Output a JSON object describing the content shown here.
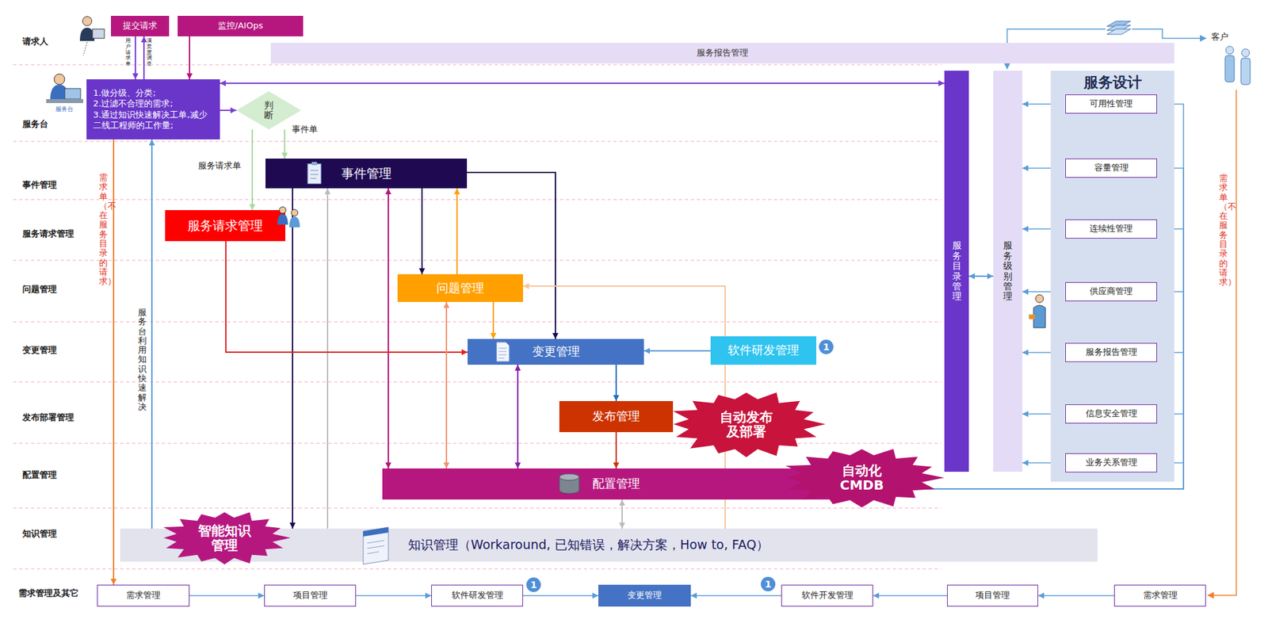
{
  "diagram": {
    "nodes": [
      {
        "text": [
          "提交请求"
        ]
      },
      {
        "text": [
          "监控/AIOps"
        ]
      },
      {
        "text": [
          "服务报告管理"
        ]
      },
      {
        "text": [
          "1.做分级、分类;",
          "2.过滤不合理的需求;",
          "3.通过知识快速解决工单,减少二线工程师的工作量;"
        ]
      },
      {
        "text": [
          "判断"
        ]
      },
      {
        "text": [
          "事件管理"
        ]
      },
      {
        "text": [
          "服务请求管理"
        ]
      },
      {
        "text": [
          "问题管理"
        ]
      },
      {
        "text": [
          "变更管理"
        ]
      },
      {
        "text": [
          "软件研发管理"
        ]
      },
      {
        "text": [
          "发布管理"
        ]
      },
      {
        "text": [
          "自动发布及部署"
        ]
      },
      {
        "text": [
          "配置管理"
        ]
      },
      {
        "text": [
          "自动化CMDB"
        ]
      },
      {
        "text": [
          "知识管理（Workaround, 已知错误，解决方案，How to, FAQ）"
        ]
      },
      {
        "text": [
          "智能知识管理"
        ]
      },
      {
        "text": [
          "服务目录管理"
        ]
      },
      {
        "text": [
          "服务级别管理"
        ]
      },
      {
        "text": [
          "服务设计"
        ]
      },
      {
        "text": [
          "可用性管理"
        ],
        "in": 18
      },
      {
        "text": [
          "容量管理"
        ],
        "in": 18
      },
      {
        "text": [
          "连续性管理"
        ],
        "in": 18
      },
      {
        "text": [
          "供应商管理"
        ],
        "in": 18
      },
      {
        "text": [
          "服务报告管理"
        ],
        "in": 18
      },
      {
        "text": [
          "信息安全管理"
        ],
        "in": 18
      },
      {
        "text": [
          "业务关系管理"
        ],
        "in": 18
      },
      {
        "text": [
          "需求管理"
        ]
      },
      {
        "text": [
          "项目管理"
        ]
      },
      {
        "text": [
          "软件研发管理"
        ]
      },
      {
        "text": [
          "变更管理"
        ]
      },
      {
        "text": [
          "软件开发管理"
        ]
      },
      {
        "text": [
          "项目管理"
        ]
      },
      {
        "text": [
          "需求管理"
        ]
      }
    ],
    "edges": [
      {
        "from": 0,
        "to": 3,
        "arrow": "to"
      },
      {
        "from": 3,
        "to": 0,
        "arrow": "to"
      },
      {
        "from": 1,
        "to": 3,
        "arrow": "to"
      },
      {
        "from": 3,
        "to": 4,
        "arrow": "to"
      },
      {
        "from": 4,
        "to": 5,
        "arrow": "to"
      },
      {
        "from": 4,
        "to": 6,
        "arrow": "to"
      },
      {
        "from": 3,
        "to": 16,
        "arrow": "both"
      },
      {
        "from": 16,
        "to": 17,
        "arrow": "both"
      },
      {
        "from": 17,
        "to": 19,
        "arrow": "both"
      },
      {
        "from": 17,
        "to": 20,
        "arrow": "both"
      },
      {
        "from": 17,
        "to": 21,
        "arrow": "both"
      },
      {
        "from": 17,
        "to": 22,
        "arrow": "both"
      },
      {
        "from": 17,
        "to": 23,
        "arrow": "both"
      },
      {
        "from": 17,
        "to": 24,
        "arrow": "both"
      },
      {
        "from": 17,
        "to": 25,
        "arrow": "both"
      },
      {
        "from": 12,
        "to": 19,
        "arrow": "to"
      },
      {
        "from": 12,
        "to": 20,
        "arrow": "to"
      },
      {
        "from": 12,
        "to": 21,
        "arrow": "to"
      },
      {
        "from": 12,
        "to": 22,
        "arrow": "to"
      },
      {
        "from": 12,
        "to": 23,
        "arrow": "to"
      },
      {
        "from": 12,
        "to": 24,
        "arrow": "to"
      },
      {
        "from": 12,
        "to": 25,
        "arrow": "to"
      },
      {
        "from": 5,
        "to": 7,
        "arrow": "to"
      },
      {
        "from": 7,
        "to": 5,
        "arrow": "to"
      },
      {
        "from": 5,
        "to": 8,
        "arrow": "to"
      },
      {
        "from": 5,
        "to": 14,
        "arrow": "to"
      },
      {
        "from": 14,
        "to": 5,
        "arrow": "to"
      },
      {
        "from": 5,
        "to": 12,
        "arrow": "both"
      },
      {
        "from": 6,
        "to": 8,
        "arrow": "to"
      },
      {
        "from": 7,
        "to": 8,
        "arrow": "to"
      },
      {
        "from": 7,
        "to": 12,
        "arrow": "both"
      },
      {
        "from": 14,
        "to": 7,
        "arrow": "to"
      },
      {
        "from": 9,
        "to": 8,
        "arrow": "to"
      },
      {
        "from": 8,
        "to": 10,
        "arrow": "to"
      },
      {
        "from": 8,
        "to": 12,
        "arrow": "both"
      },
      {
        "from": 10,
        "to": 12,
        "arrow": "to"
      },
      {
        "from": 12,
        "to": 14,
        "arrow": "both"
      },
      {
        "from": 14,
        "to": 3,
        "arrow": "to"
      },
      {
        "from": 3,
        "to": 26,
        "arrow": "to"
      },
      {
        "from": 26,
        "to": 27,
        "arrow": "to"
      },
      {
        "from": 27,
        "to": 28,
        "arrow": "to"
      },
      {
        "from": 28,
        "to": 29,
        "arrow": "to"
      },
      {
        "from": 30,
        "to": 29,
        "arrow": "to"
      },
      {
        "from": 31,
        "to": 30,
        "arrow": "to"
      },
      {
        "from": 32,
        "to": 31,
        "arrow": "to"
      }
    ],
    "labels": [
      "请求人",
      "服务台",
      "事件管理",
      "服务请求管理",
      "问题管理",
      "变更管理",
      "发布部署管理",
      "配置管理",
      "知识管理",
      "需求管理及其它",
      "用户请求单",
      "满意度调查",
      "服务请求单",
      "事件单",
      "需求单（不在服务目录的请求）",
      "服务台利用知识快速解决",
      "需求单（不在服务目录的请求）",
      "客户",
      "1",
      "1",
      "1",
      "服务台"
    ]
  }
}
